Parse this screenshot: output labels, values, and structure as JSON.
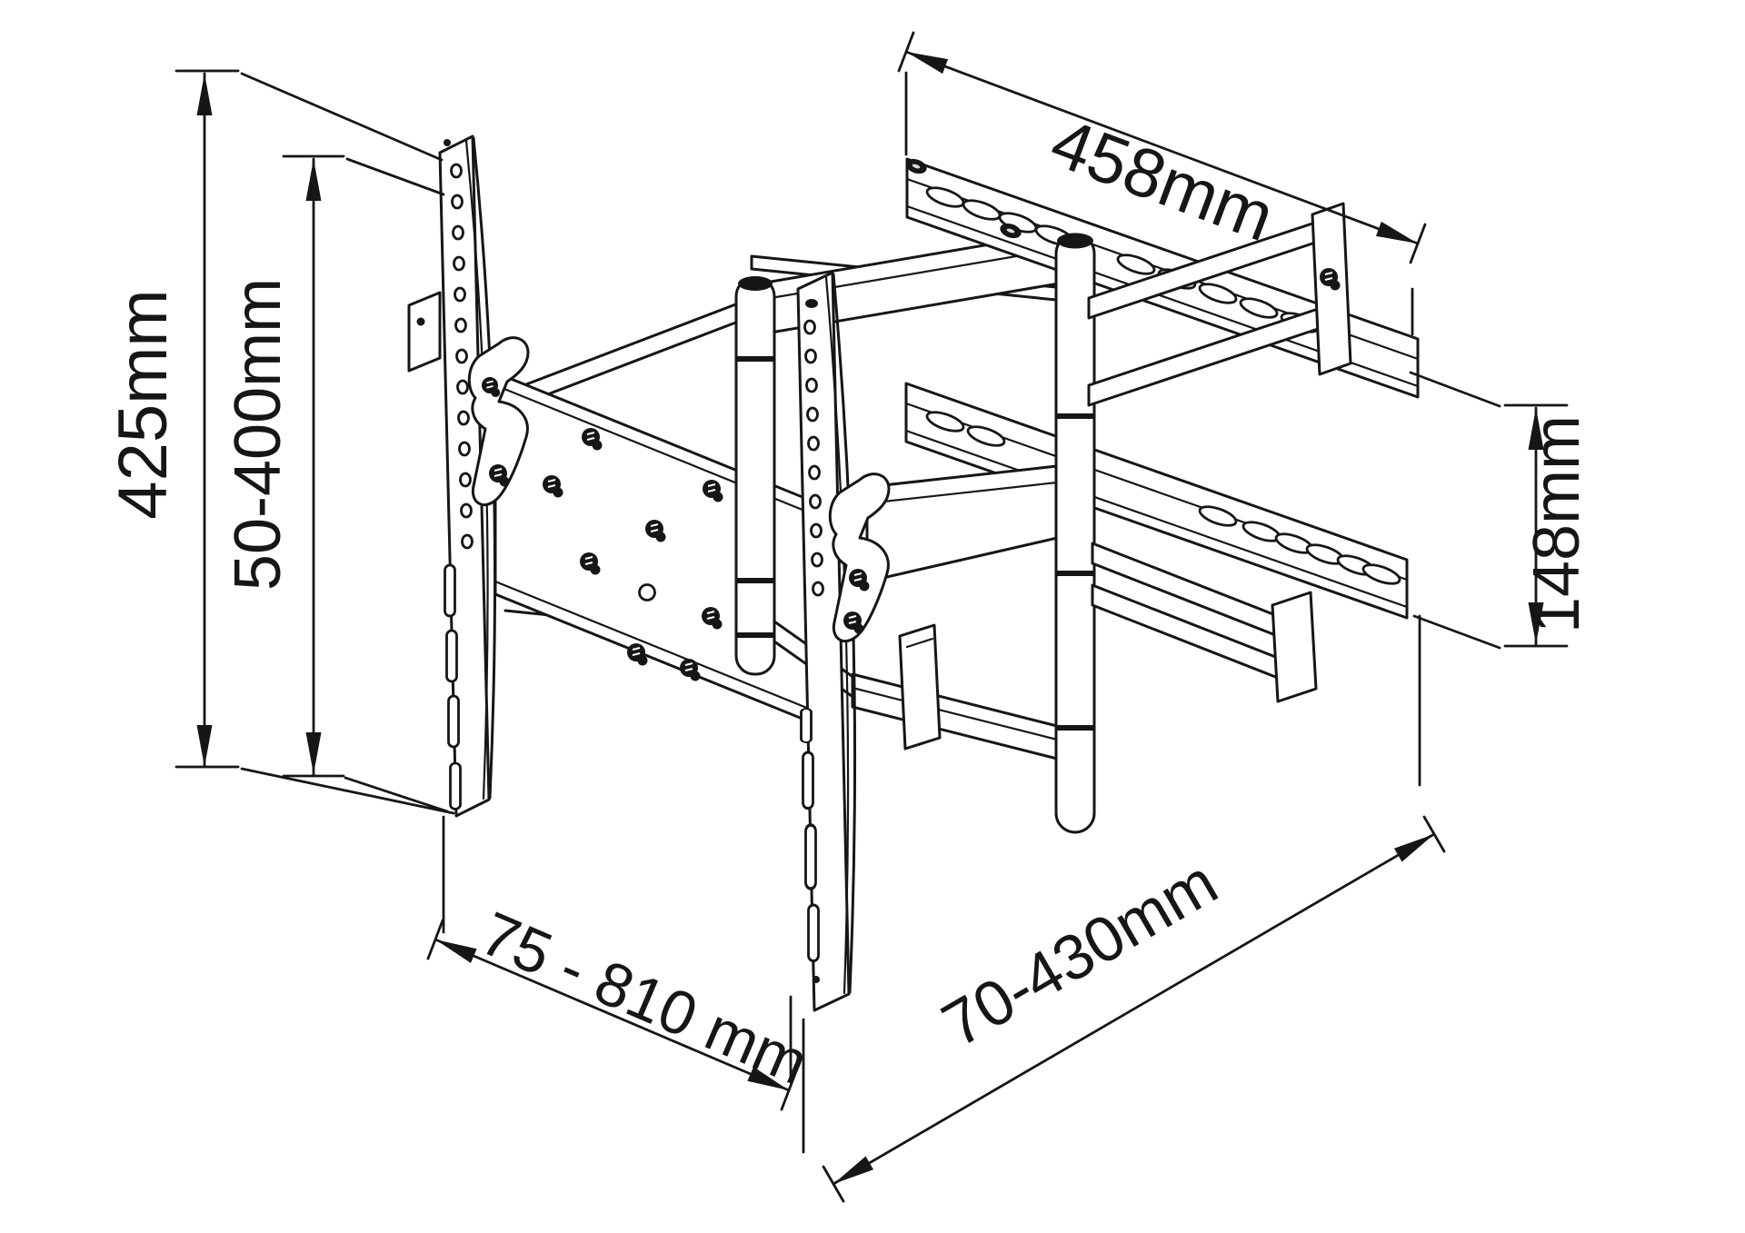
{
  "canvas": {
    "background": "#ffffff",
    "line_color": "#161616"
  },
  "diagram": {
    "type": "technical-drawing",
    "dimensions": {
      "left_height": "425mm",
      "vesa_vertical": "50-400mm",
      "wall_plate_width": "458mm",
      "wall_rail_spacing": "148mm",
      "vesa_horizontal": "75 - 810 mm",
      "extension_range": "70-430mm"
    }
  }
}
